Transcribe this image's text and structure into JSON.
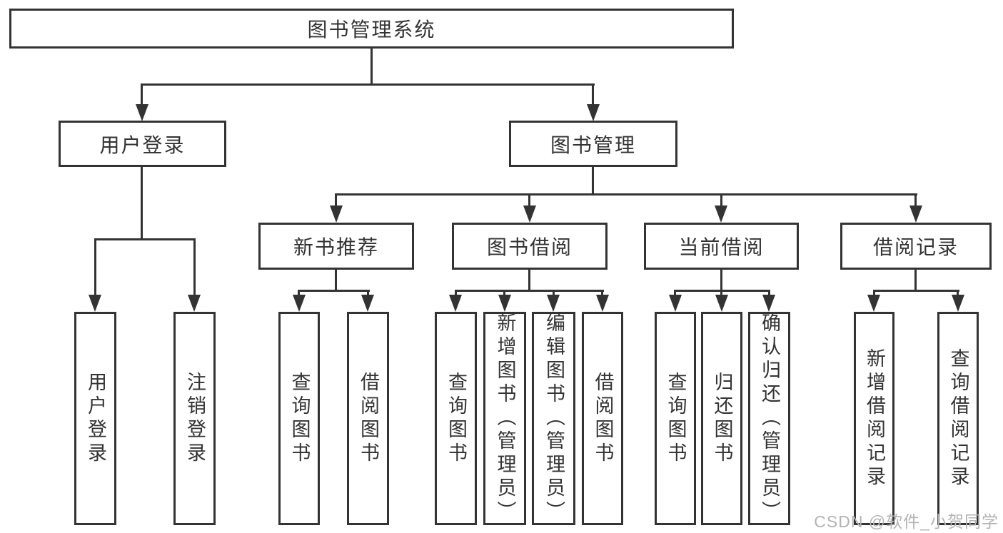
{
  "diagram": {
    "type": "hierarchy-tree",
    "line_color": "#333333",
    "text_color": "#333333",
    "background_color": "#ffffff",
    "watermark_color": "#b3b3b3",
    "watermark": "CSDN @软件_小贺同学",
    "tree": {
      "label": "图书管理系统",
      "children": [
        {
          "label": "用户登录",
          "children": [
            {
              "label": "用户登录"
            },
            {
              "label": "注销登录"
            }
          ]
        },
        {
          "label": "图书管理",
          "children": [
            {
              "label": "新书推荐",
              "children": [
                {
                  "label": "查询图书"
                },
                {
                  "label": "借阅图书"
                }
              ]
            },
            {
              "label": "图书借阅",
              "children": [
                {
                  "label": "查询图书"
                },
                {
                  "label": "新增图书（管理员）"
                },
                {
                  "label": "编辑图书（管理员）"
                },
                {
                  "label": "借阅图书"
                }
              ]
            },
            {
              "label": "当前借阅",
              "children": [
                {
                  "label": "查询图书"
                },
                {
                  "label": "归还图书"
                },
                {
                  "label": "确认归还（管理员）"
                }
              ]
            },
            {
              "label": "借阅记录",
              "children": [
                {
                  "label": "新增借阅记录"
                },
                {
                  "label": "查询借阅记录"
                }
              ]
            }
          ]
        }
      ]
    }
  }
}
